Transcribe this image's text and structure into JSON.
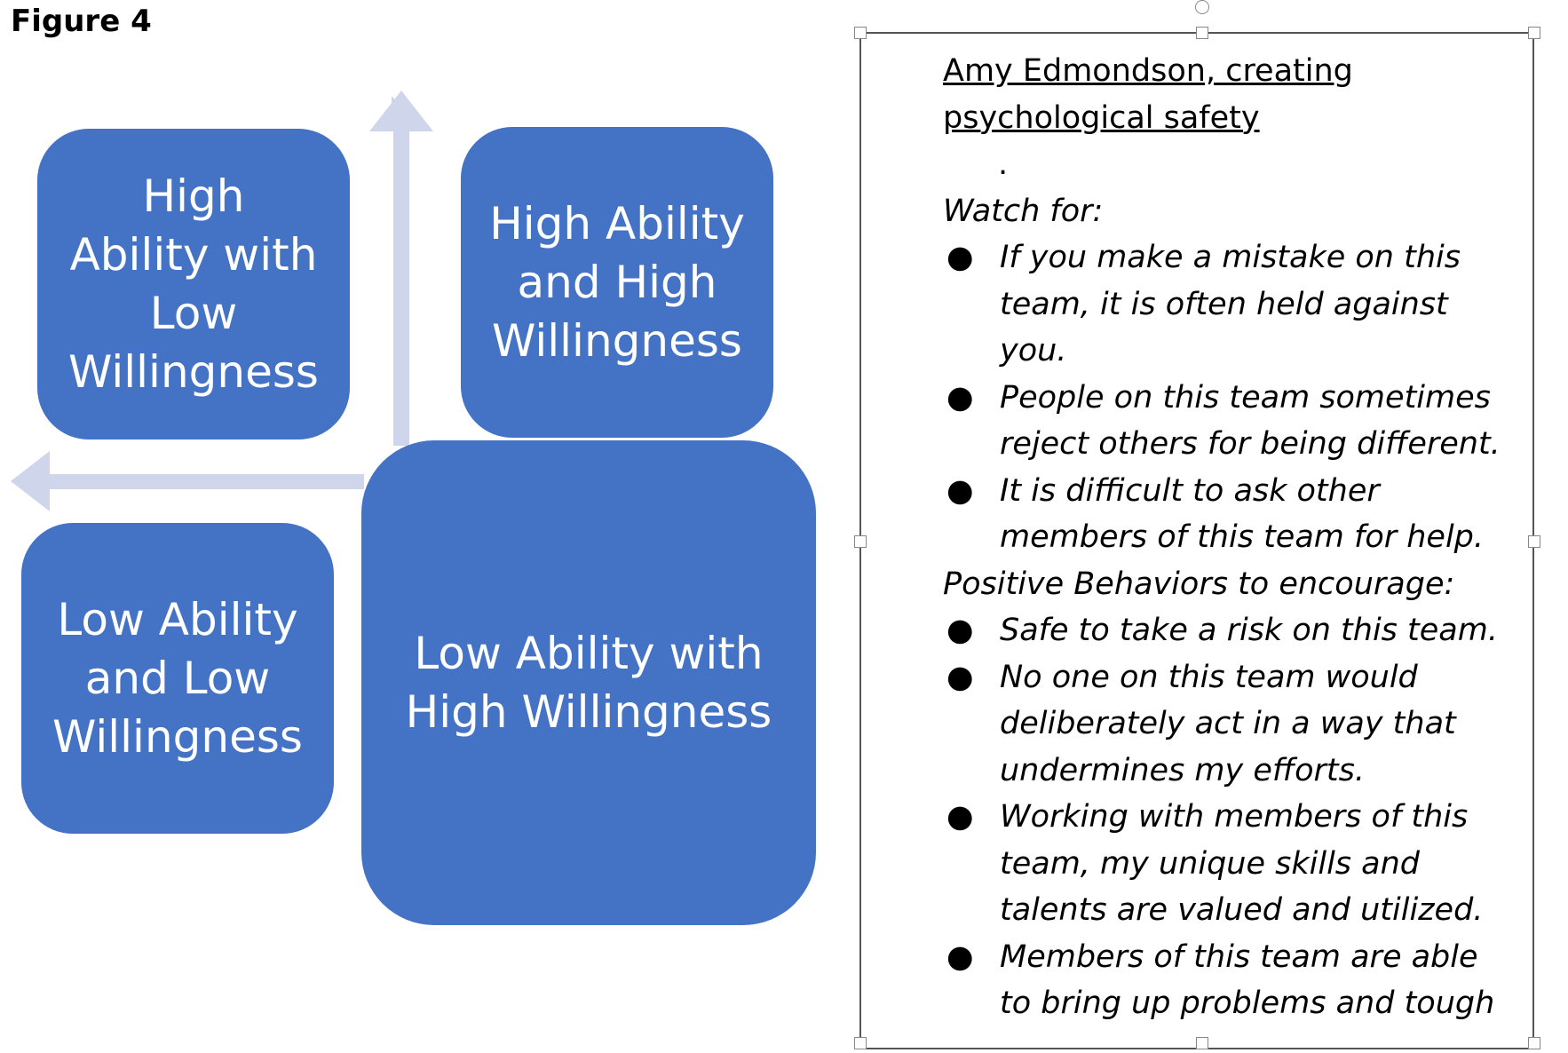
{
  "figure_label": "Figure 4",
  "quadrants": {
    "top_left": "High\nAbility with\nLow\nWillingness",
    "top_right": "High Ability\nand High\nWillingness",
    "bottom_left": "Low Ability\nand Low\nWillingness",
    "bottom_right": "Low Ability with\nHigh Willingness"
  },
  "colors": {
    "box_fill": "#4472c4",
    "arrow_fill": "#cfd5ea",
    "box_text": "#ffffff"
  },
  "textbox": {
    "title": "Amy Edmondson, creating psychological safety",
    "dot": ".",
    "watch_heading": "Watch for:",
    "watch_items": [
      "If you make a mistake on this team, it is often held against you.",
      "People on this team sometimes reject others for being different.",
      "It is difficult to ask other members of this team for help."
    ],
    "positive_heading": "Positive Behaviors to encourage:",
    "positive_items": [
      "Safe to take a risk on this team.",
      "No one on this team would deliberately act in a way that undermines my efforts.",
      "Working with members of this team, my unique skills and talents are valued and utilized.",
      "Members of this team are able to bring up problems and tough"
    ],
    "bullet_glyph": "●"
  }
}
